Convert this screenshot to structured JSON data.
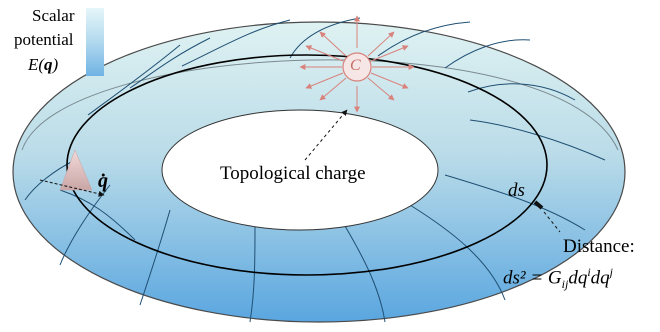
{
  "legend": {
    "line1": "Scalar",
    "line2": "potential",
    "energy_symbol": "E(",
    "energy_bold": "q",
    "energy_close": ")"
  },
  "charge": {
    "symbol": "C",
    "caption": "Topological charge"
  },
  "velocity": {
    "label": "q̇"
  },
  "distance": {
    "ds_label": "ds",
    "caption": "Distance:",
    "formula": "ds² = G",
    "formula_sub": "ij",
    "formula_rest": "dq",
    "sup_i": "i",
    "dq2": "dq",
    "sup_j": "j"
  },
  "colors": {
    "torus_top": "#d8eef0",
    "torus_bottom": "#5aa6e0",
    "grid_line": "#1f4f73",
    "charge_arrows": "#d9827c",
    "hole": "#ffffff"
  }
}
